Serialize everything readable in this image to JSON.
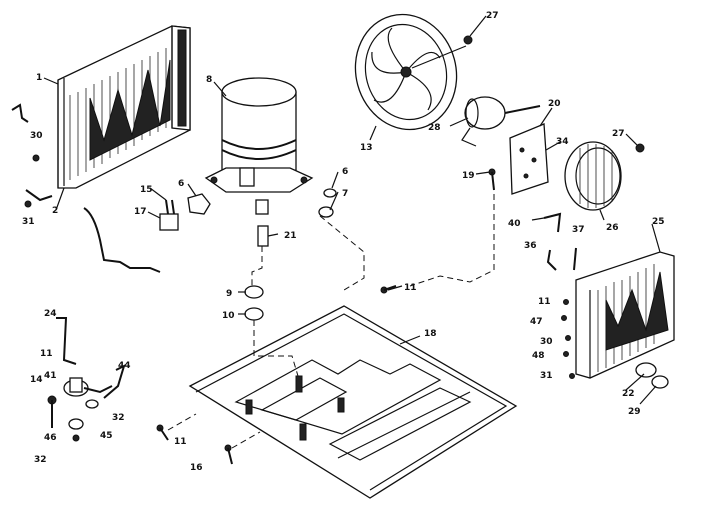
{
  "diagram": {
    "callouts": [
      {
        "id": "c1",
        "text": "1"
      },
      {
        "id": "c2",
        "text": "2"
      },
      {
        "id": "c6",
        "text": "6"
      },
      {
        "id": "c6b",
        "text": "6"
      },
      {
        "id": "c7",
        "text": "7"
      },
      {
        "id": "c8",
        "text": "8"
      },
      {
        "id": "c9",
        "text": "9"
      },
      {
        "id": "c10",
        "text": "10"
      },
      {
        "id": "c11a",
        "text": "11"
      },
      {
        "id": "c11b",
        "text": "11"
      },
      {
        "id": "c11c",
        "text": "11"
      },
      {
        "id": "c11d",
        "text": "11"
      },
      {
        "id": "c13",
        "text": "13"
      },
      {
        "id": "c14",
        "text": "14"
      },
      {
        "id": "c15",
        "text": "15"
      },
      {
        "id": "c16",
        "text": "16"
      },
      {
        "id": "c17",
        "text": "17"
      },
      {
        "id": "c18",
        "text": "18"
      },
      {
        "id": "c19",
        "text": "19"
      },
      {
        "id": "c20",
        "text": "20"
      },
      {
        "id": "c21",
        "text": "21"
      },
      {
        "id": "c22",
        "text": "22"
      },
      {
        "id": "c24",
        "text": "24"
      },
      {
        "id": "c25",
        "text": "25"
      },
      {
        "id": "c26",
        "text": "26"
      },
      {
        "id": "c27a",
        "text": "27"
      },
      {
        "id": "c27b",
        "text": "27"
      },
      {
        "id": "c28",
        "text": "28"
      },
      {
        "id": "c29",
        "text": "29"
      },
      {
        "id": "c30a",
        "text": "30"
      },
      {
        "id": "c30b",
        "text": "30"
      },
      {
        "id": "c31a",
        "text": "31"
      },
      {
        "id": "c31b",
        "text": "31"
      },
      {
        "id": "c32a",
        "text": "32"
      },
      {
        "id": "c32b",
        "text": "32"
      },
      {
        "id": "c34",
        "text": "34"
      },
      {
        "id": "c36",
        "text": "36"
      },
      {
        "id": "c37",
        "text": "37"
      },
      {
        "id": "c40",
        "text": "40"
      },
      {
        "id": "c41",
        "text": "41"
      },
      {
        "id": "c44",
        "text": "44"
      },
      {
        "id": "c45",
        "text": "45"
      },
      {
        "id": "c46",
        "text": "46"
      },
      {
        "id": "c47",
        "text": "47"
      },
      {
        "id": "c48",
        "text": "48"
      }
    ]
  }
}
